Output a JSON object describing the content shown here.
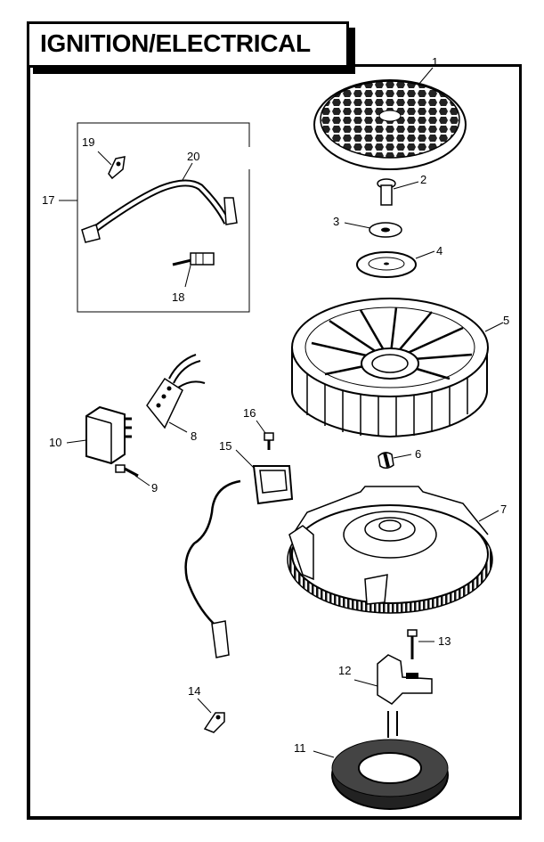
{
  "title": "IGNITION/ELECTRICAL",
  "callouts": [
    "1",
    "2",
    "3",
    "4",
    "5",
    "6",
    "7",
    "8",
    "9",
    "10",
    "11",
    "12",
    "13",
    "14",
    "15",
    "16",
    "17",
    "18",
    "19",
    "20"
  ]
}
